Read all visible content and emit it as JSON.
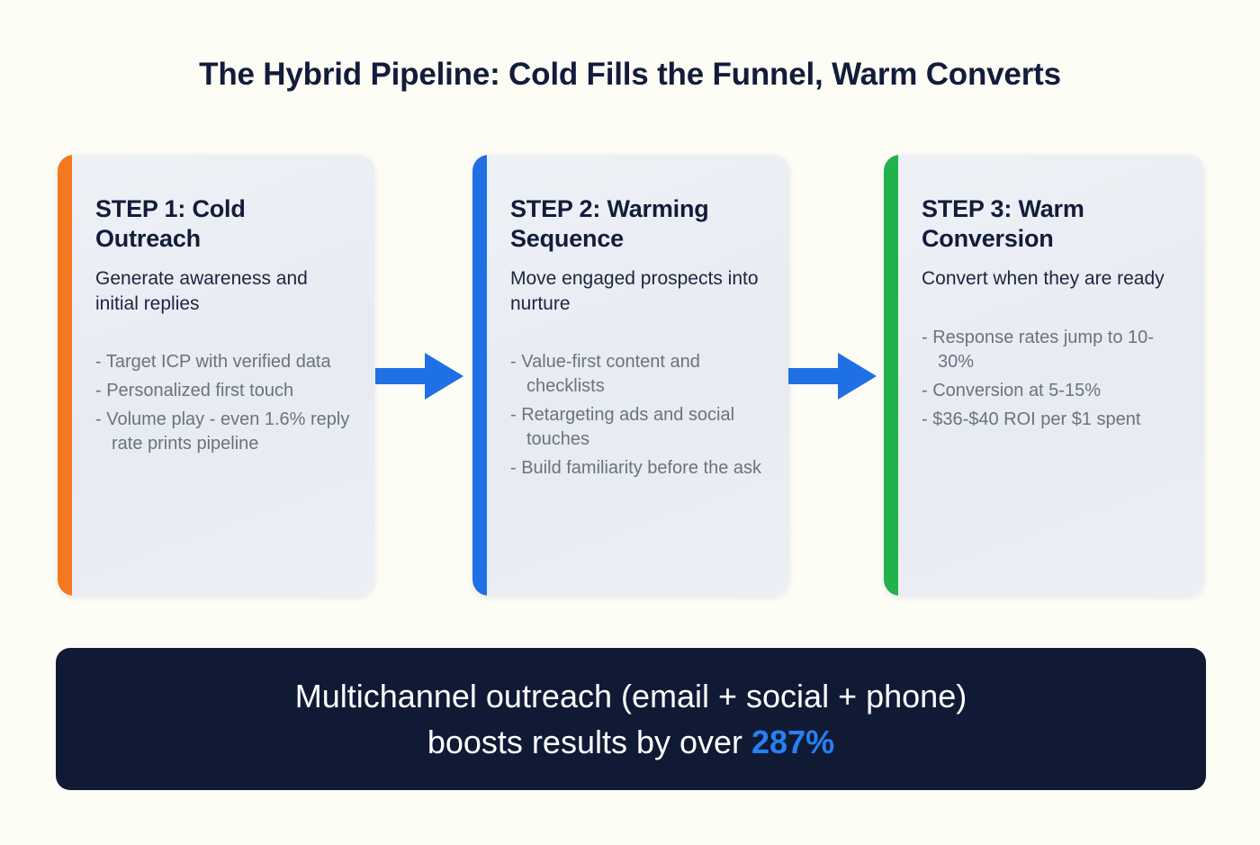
{
  "page": {
    "title": "The Hybrid Pipeline: Cold Fills the Funnel, Warm Converts",
    "background_color": "#fdfdf6"
  },
  "colors": {
    "heading": "#131c3a",
    "accent_orange": "#f4781f",
    "accent_blue": "#1f6fe5",
    "accent_green": "#22b14c",
    "arrow_blue": "#1f6fe5",
    "banner_bg": "#101a35",
    "banner_highlight": "#2680f0",
    "card_bg": "#eaeef4",
    "bullet_text": "#6b7280"
  },
  "steps": [
    {
      "accent_color": "#f4781f",
      "title": "STEP 1: Cold Outreach",
      "subtitle": "Generate awareness and initial replies",
      "bullets": [
        "Target ICP with verified data",
        "Personalized first touch",
        "Volume play - even 1.6% reply rate prints pipeline"
      ]
    },
    {
      "accent_color": "#1f6fe5",
      "title": "STEP 2: Warming Sequence",
      "subtitle": "Move engaged prospects into nurture",
      "bullets": [
        "Value-first content and checklists",
        "Retargeting ads and social touches",
        "Build familiarity before the ask"
      ]
    },
    {
      "accent_color": "#22b14c",
      "title": "STEP 3: Warm Conversion",
      "subtitle": "Convert when they are ready",
      "bullets": [
        "Response rates jump to 10-30%",
        "Conversion at 5-15%",
        "$36-$40 ROI per $1 spent"
      ]
    }
  ],
  "connectors": [
    {
      "icon": "arrow-right-icon",
      "color": "#1f6fe5"
    },
    {
      "icon": "arrow-right-icon",
      "color": "#1f6fe5"
    }
  ],
  "banner": {
    "line1": "Multichannel outreach (email + social + phone)",
    "line2_prefix": "boosts results by over ",
    "highlight": "287%"
  }
}
